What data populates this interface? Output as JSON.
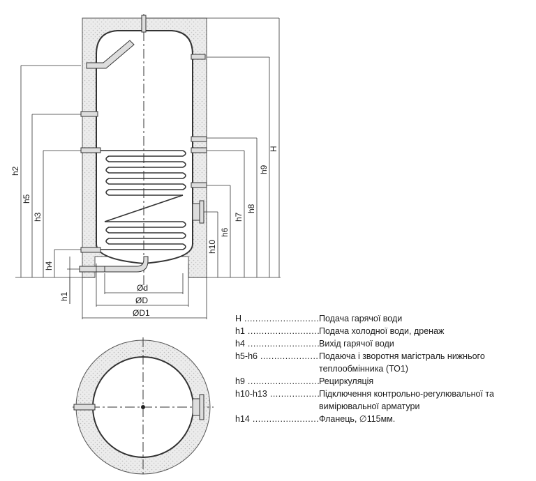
{
  "diagram": {
    "labels": {
      "H": "H",
      "h1": "h1",
      "h2": "h2",
      "h3": "h3",
      "h4": "h4",
      "h5": "h5",
      "h6": "h6",
      "h7": "h7",
      "h8": "h8",
      "h9": "h9",
      "h10": "h10",
      "d": "Ød",
      "D": "ØD",
      "D1": "ØD1"
    }
  },
  "legend": [
    {
      "code": "H",
      "desc": "Подача гарячої води"
    },
    {
      "code": "h1",
      "desc": "Подача холодної води, дренаж"
    },
    {
      "code": "h4",
      "desc": "Вихід гарячої води"
    },
    {
      "code": "h5-h6",
      "desc": "Подаюча і зворотня магістраль нижнього теплообмінника (ТО1)"
    },
    {
      "code": "h9",
      "desc": "Рециркуляція"
    },
    {
      "code": "h10-h13",
      "desc": "Підключення контрольно-регулювальної та вимірювальної арматури"
    },
    {
      "code": "h14",
      "desc": "Фланець, ∅115мм."
    }
  ]
}
